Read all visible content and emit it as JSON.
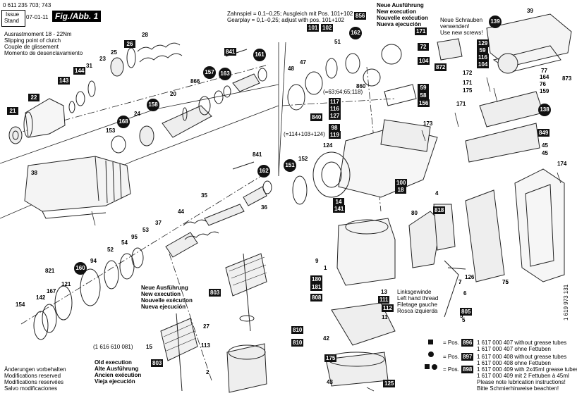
{
  "header": {
    "code": "0 611 235 703; 743",
    "issue_label": "Issue",
    "stand_label": "Stand",
    "date": "07-01-11",
    "figure": "Fig./Abb. 1"
  },
  "clutch_note": [
    "Ausrastmoment 18 - 22Nm",
    "Slipping point of clutch",
    "Couple de glissement",
    "Momento de desenclavamiento"
  ],
  "gear_play": [
    "Zahnspiel = 0,1–0,25; Ausgleich mit Pos. 101+102",
    "Gearplay   = 0,1–0,25; adjust with pos. 101+102"
  ],
  "new_exec_top": [
    "Neue Ausführung",
    "New execution",
    "Nouvelle exécution",
    "Nueva ejecución"
  ],
  "new_screws": [
    "Neue Schrauben",
    "verwenden!",
    "Use new screws!"
  ],
  "gear_sum_1": "(=63;64;65;118)",
  "gear_sum_2": "(=114+103+124)",
  "armature_note": [
    "Neue Ausführung",
    "New execution",
    "Nouvelle exécution",
    "Nueva ejecución"
  ],
  "old_exec": [
    "Old execution",
    "Alte Ausführung",
    "Ancien exécution",
    "Vieja ejecución"
  ],
  "armature_code": "(1 616 610 081)",
  "left_thread": [
    "Linksgewinde",
    "Left hand thread",
    "Filetage gauche",
    "Rosca izquierda"
  ],
  "changes": [
    "Änderungen vorbehalten",
    "Modifications reserved",
    "Modifications reservées",
    "Salvo modificaciones"
  ],
  "doc_no": "1 619 973 131",
  "legend": {
    "rows": [
      {
        "prefix": "= Pos.",
        "pos": "896",
        "lines": [
          "1 617 000 407 without grease tubes",
          "1 617 000 407 ohne Fettuben"
        ]
      },
      {
        "prefix": "= Pos.",
        "pos": "897",
        "lines": [
          "1 617 000 408 without grease tubes",
          "1 617 000 408 ohne Fettuben"
        ]
      },
      {
        "prefix": "= Pos.",
        "pos": "898",
        "lines": [
          "1 617 000 409 with 2x45ml grease tubes",
          "1 617 000 409 mit 2 Fettuben à 45ml"
        ]
      }
    ],
    "note": [
      "Please note lubrication instructions!",
      "Bitte Schmierhinweise beachten!"
    ]
  },
  "labels_square": [
    "21",
    "22",
    "143",
    "144",
    "31",
    "23",
    "25",
    "26",
    "28",
    "101",
    "102",
    "856",
    "39",
    "841",
    "171",
    "129",
    "59",
    "116",
    "104",
    "872",
    "72",
    "104",
    "59",
    "58",
    "156",
    "117",
    "116",
    "127",
    "98",
    "119",
    "840",
    "24",
    "158",
    "100",
    "18",
    "14",
    "141",
    "80",
    "818",
    "4",
    "9",
    "1",
    "180",
    "181",
    "808",
    "13",
    "111",
    "112",
    "810",
    "810",
    "42",
    "175",
    "43",
    "125",
    "5",
    "805",
    "6",
    "7",
    "126",
    "75",
    "849",
    "45",
    "174",
    "873"
  ],
  "labels_circle": [
    "162",
    "139",
    "161",
    "157",
    "163",
    "168",
    "151",
    "162",
    "138",
    "160"
  ],
  "labels_plain": [
    "48",
    "47",
    "51",
    "860",
    "52",
    "124",
    "54",
    "53",
    "95",
    "37",
    "44",
    "35",
    "45",
    "153",
    "38",
    "36",
    "841",
    "152",
    "20",
    "866",
    "75",
    "94",
    "121",
    "167",
    "154",
    "142",
    "821",
    "27",
    "113",
    "2",
    "15",
    "803",
    "803",
    "173",
    "171",
    "172",
    "77",
    "164",
    "76",
    "159",
    "175",
    "171",
    "11",
    "5",
    "7"
  ]
}
